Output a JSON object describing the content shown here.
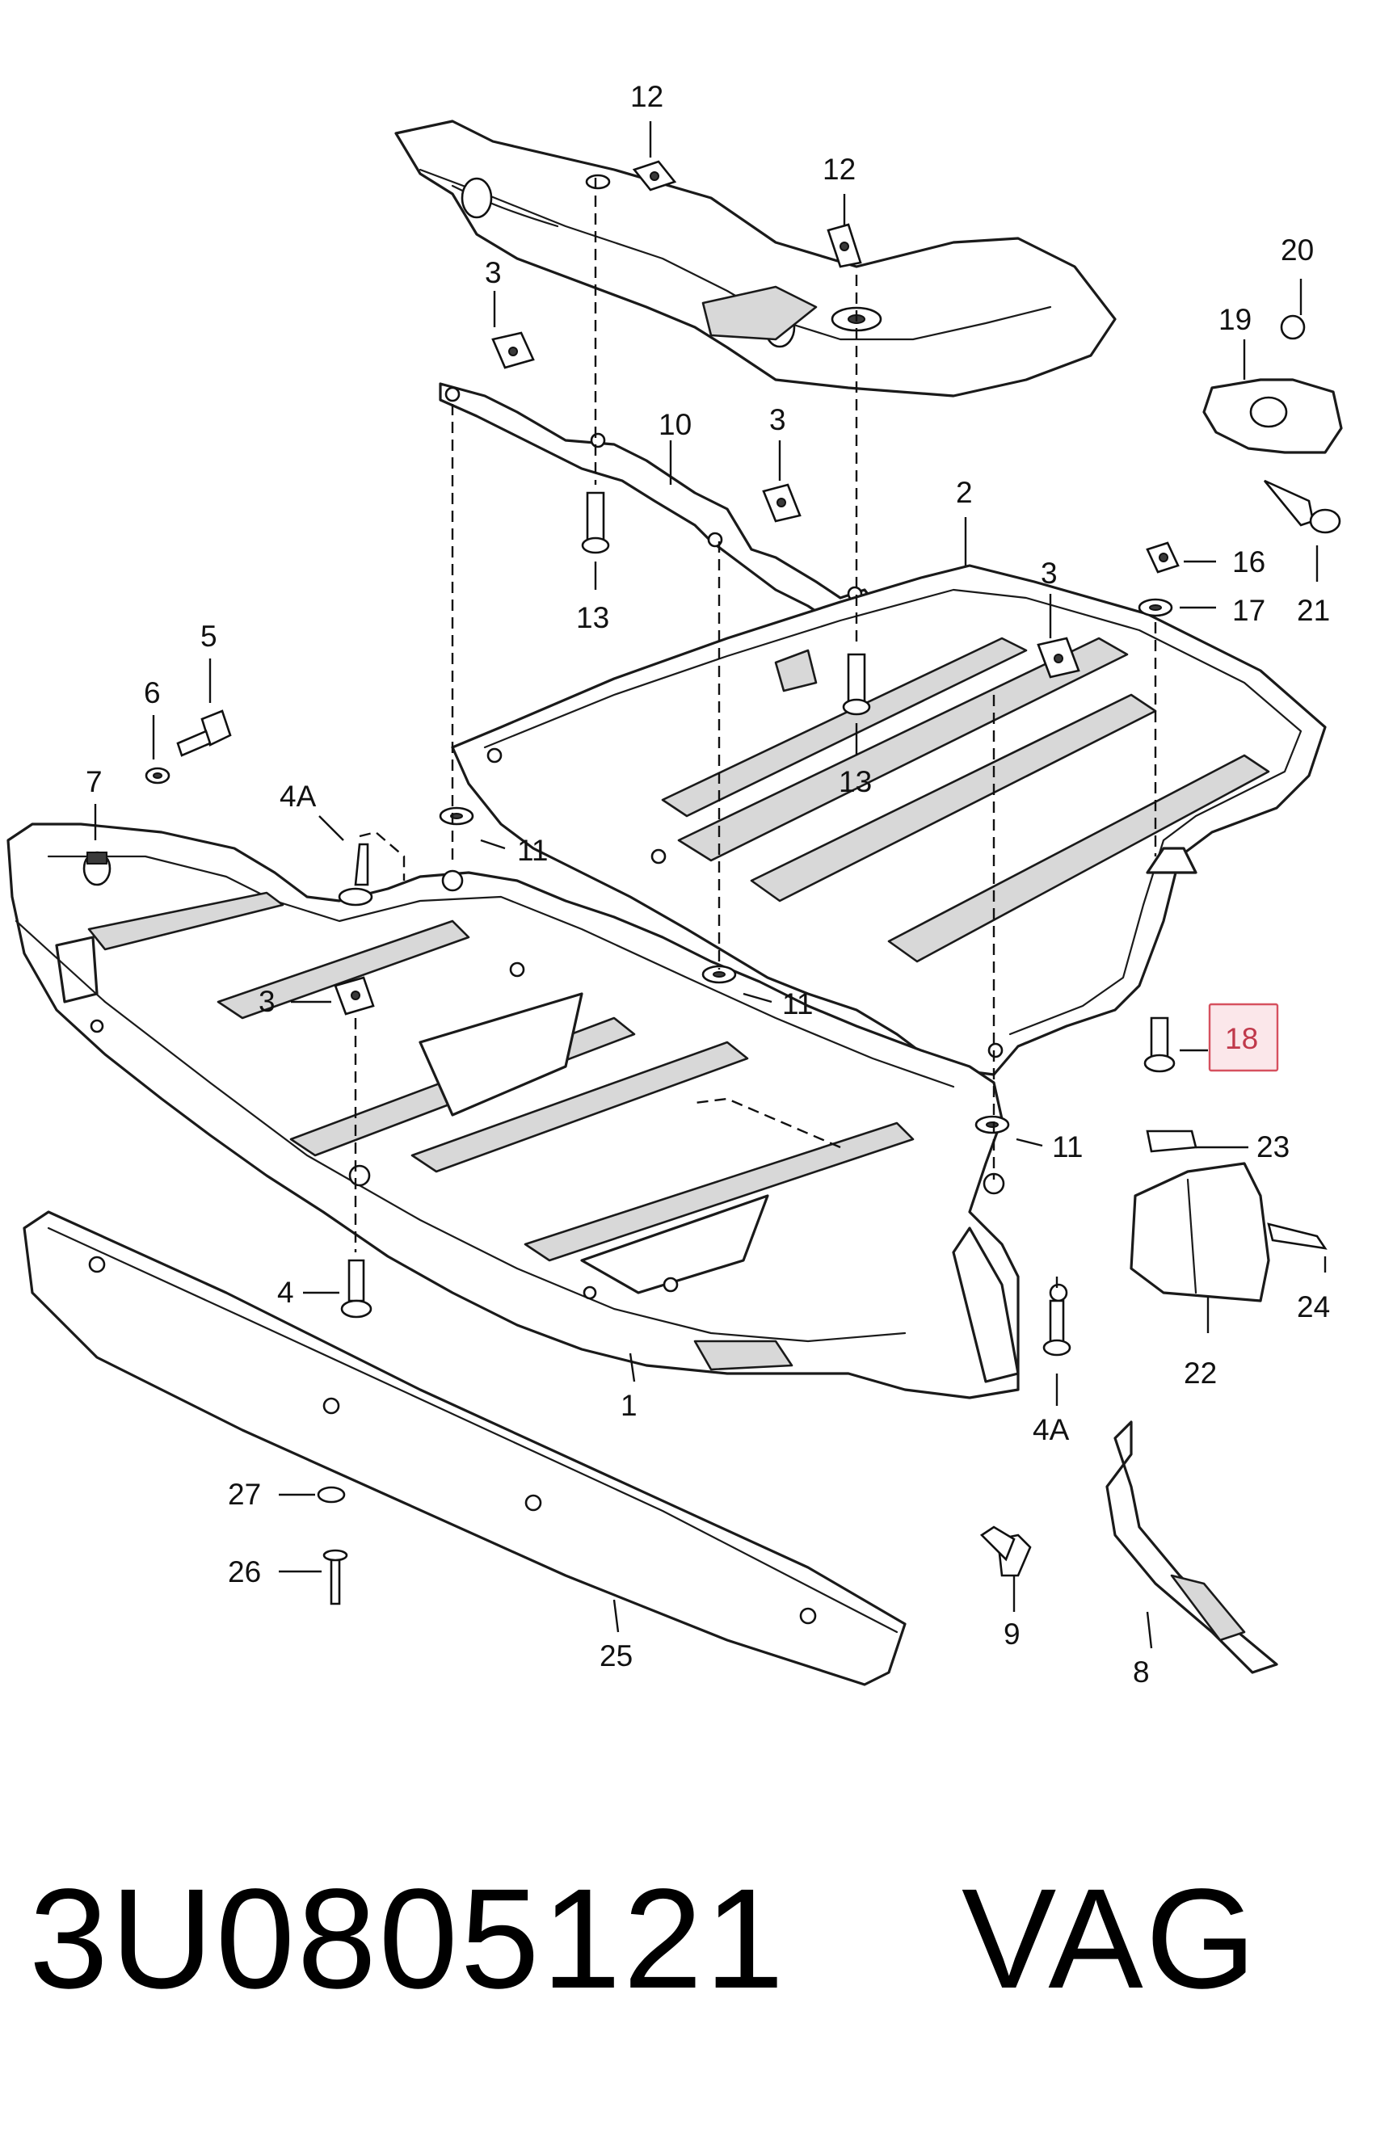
{
  "callouts": {
    "c12a": "12",
    "c12b": "12",
    "c3a": "3",
    "c10": "10",
    "c3b": "3",
    "c2": "2",
    "c3c": "3",
    "c13a": "13",
    "c13b": "13",
    "c20": "20",
    "c19": "19",
    "c16": "16",
    "c17": "17",
    "c21": "21",
    "c5": "5",
    "c6": "6",
    "c7": "7",
    "c4A_top": "4A",
    "c11a": "11",
    "c11b": "11",
    "c11c": "11",
    "c3d": "3",
    "c18": "18",
    "c23": "23",
    "c24": "24",
    "c22": "22",
    "c4": "4",
    "c1": "1",
    "c4A_bottom": "4A",
    "c27": "27",
    "c26": "26",
    "c25": "25",
    "c9": "9",
    "c8": "8"
  },
  "highlighted_callout": "18",
  "highlight_color": "#d6515f",
  "footer": {
    "part_number": "3U0805121",
    "brand": "VAG"
  }
}
